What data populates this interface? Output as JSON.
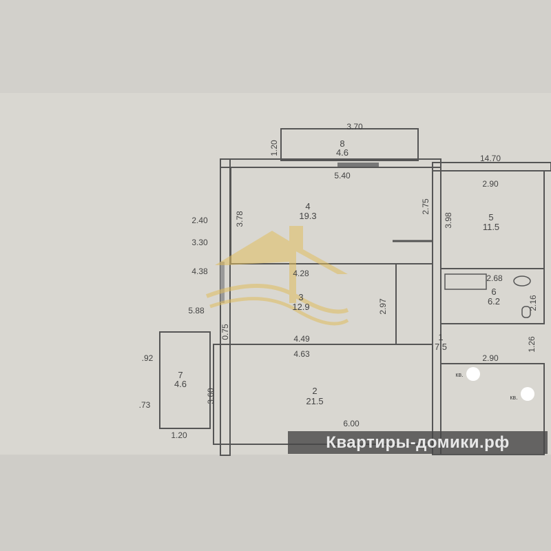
{
  "dimensions": {
    "balcony_top_width": "3.70",
    "balcony_top_depth": "1.20",
    "room4_width": "5.40",
    "room4_height": "3.78",
    "room4_right": "2.75",
    "left_240": "2.40",
    "left_330": "3.30",
    "left_438": "4.38",
    "left_588": "5.88",
    "room3_width": "4.28",
    "room3_height": "2.97",
    "room3_gap": "0.75",
    "room3_bottom": "4.49",
    "room2_width": "4.63",
    "room2_height": "3.60",
    "room2_bottom": "6.00",
    "total_width": "14.70",
    "room5_width": "2.90",
    "room5_height": "3.98",
    "bath_width": "2.68",
    "bath_height": "2.16",
    "hall_side": "1.26",
    "flat_width": "2.90",
    "balcony_left_a": ".92",
    "balcony_left_b": ".73",
    "balcony_left_width": "1.20"
  },
  "rooms": [
    {
      "num": "8",
      "area": "4.6"
    },
    {
      "num": "4",
      "area": "19.3"
    },
    {
      "num": "5",
      "area": "11.5"
    },
    {
      "num": "3",
      "area": "12.9"
    },
    {
      "num": "6",
      "area": "6.2"
    },
    {
      "num": "1",
      "area": "7.5"
    },
    {
      "num": "7",
      "area": "4.6"
    },
    {
      "num": "2",
      "area": "21.5"
    }
  ],
  "neighbors": [
    "кв.",
    "кв."
  ],
  "watermark": "Квартиры-домики.рф",
  "colors": {
    "paper": "#d9d7d1",
    "wall": "#555555",
    "logo": "#d9b860",
    "band": "#464646"
  }
}
